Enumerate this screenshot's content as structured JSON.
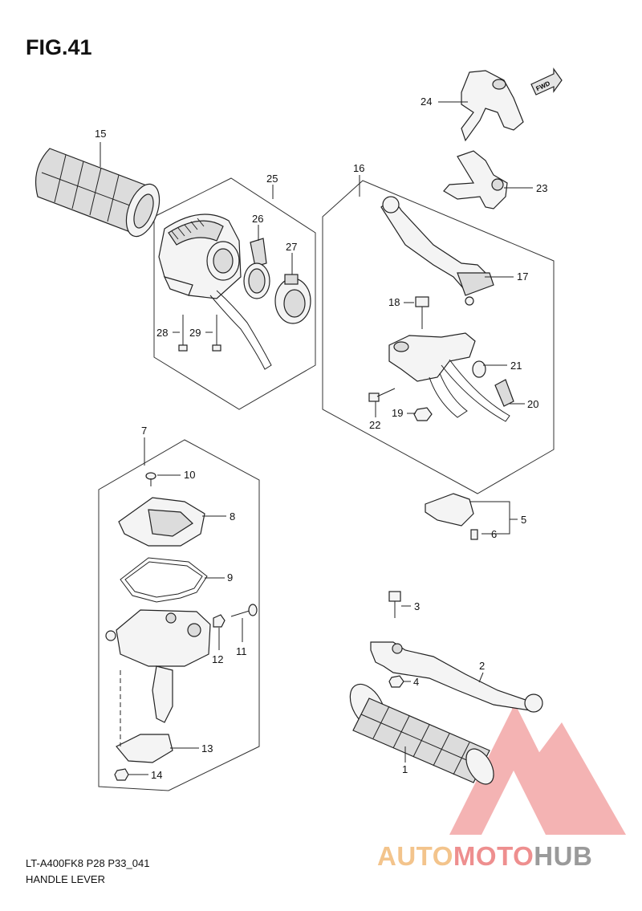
{
  "figure": {
    "title": "FIG.41",
    "model_code": "LT-A400FK8 P28 P33_041",
    "subtitle": "HANDLE LEVER",
    "fwd_label": "FWD"
  },
  "watermark": {
    "part1": "AUTO",
    "part2": "MOTO",
    "part3": "HUB",
    "colors": {
      "auto": "#f3c48c",
      "moto": "#ee8f8f",
      "hub": "#9a9a9a",
      "triangle": "#f19a9a"
    }
  },
  "callouts": {
    "c1": "1",
    "c2": "2",
    "c3": "3",
    "c4": "4",
    "c5": "5",
    "c6": "6",
    "c7": "7",
    "c8": "8",
    "c9": "9",
    "c10": "10",
    "c11": "11",
    "c12": "12",
    "c13": "13",
    "c14": "14",
    "c15": "15",
    "c16": "16",
    "c17": "17",
    "c18": "18",
    "c19": "19",
    "c20": "20",
    "c21": "21",
    "c22": "22",
    "c23": "23",
    "c24": "24",
    "c25": "25",
    "c26": "26",
    "c27": "27",
    "c28": "28",
    "c29": "29"
  }
}
